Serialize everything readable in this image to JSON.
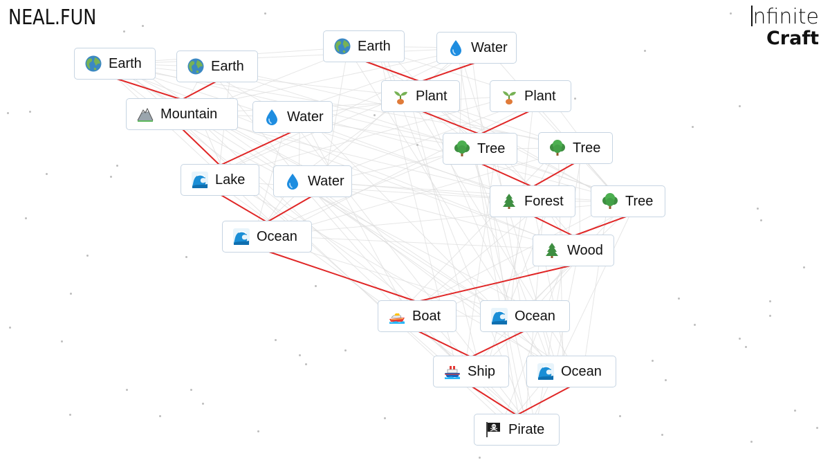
{
  "app": {
    "brand_left": "NEAL.FUN",
    "brand_right_line1": "nfinite",
    "brand_right_line2": "Craft"
  },
  "icons": {
    "earth": "earth-globe-icon",
    "water": "water-droplet-icon",
    "mountain": "snow-mountain-icon",
    "plant": "seedling-icon",
    "tree": "deciduous-tree-icon",
    "forest": "evergreen-tree-icon",
    "wave": "water-wave-icon",
    "boat": "speedboat-icon",
    "ship": "ship-icon",
    "pirate": "pirate-flag-icon"
  },
  "items": [
    {
      "id": "earth1",
      "label": "Earth",
      "icon": "earth"
    },
    {
      "id": "earth2",
      "label": "Earth",
      "icon": "earth"
    },
    {
      "id": "earth3",
      "label": "Earth",
      "icon": "earth"
    },
    {
      "id": "water1",
      "label": "Water",
      "icon": "water"
    },
    {
      "id": "mountain",
      "label": "Mountain",
      "icon": "mountain"
    },
    {
      "id": "water2",
      "label": "Water",
      "icon": "water"
    },
    {
      "id": "plant1",
      "label": "Plant",
      "icon": "plant"
    },
    {
      "id": "plant2",
      "label": "Plant",
      "icon": "plant"
    },
    {
      "id": "tree1",
      "label": "Tree",
      "icon": "tree"
    },
    {
      "id": "tree2",
      "label": "Tree",
      "icon": "tree"
    },
    {
      "id": "lake",
      "label": "Lake",
      "icon": "wave"
    },
    {
      "id": "water3",
      "label": "Water",
      "icon": "water"
    },
    {
      "id": "forest",
      "label": "Forest",
      "icon": "forest"
    },
    {
      "id": "tree3",
      "label": "Tree",
      "icon": "tree"
    },
    {
      "id": "ocean1",
      "label": "Ocean",
      "icon": "wave"
    },
    {
      "id": "wood",
      "label": "Wood",
      "icon": "forest"
    },
    {
      "id": "boat",
      "label": "Boat",
      "icon": "boat"
    },
    {
      "id": "ocean2",
      "label": "Ocean",
      "icon": "wave"
    },
    {
      "id": "ship",
      "label": "Ship",
      "icon": "ship"
    },
    {
      "id": "ocean3",
      "label": "Ocean",
      "icon": "wave"
    },
    {
      "id": "pirate",
      "label": "Pirate",
      "icon": "pirate"
    }
  ],
  "combinations": [
    {
      "inputs": [
        "earth1",
        "earth2"
      ],
      "result": "mountain"
    },
    {
      "inputs": [
        "mountain",
        "water2"
      ],
      "result": "lake"
    },
    {
      "inputs": [
        "lake",
        "water3"
      ],
      "result": "ocean1"
    },
    {
      "inputs": [
        "earth3",
        "water1"
      ],
      "result": "plant1"
    },
    {
      "inputs": [
        "plant1",
        "plant2"
      ],
      "result": "tree1"
    },
    {
      "inputs": [
        "tree1",
        "tree2"
      ],
      "result": "forest"
    },
    {
      "inputs": [
        "forest",
        "tree3"
      ],
      "result": "wood"
    },
    {
      "inputs": [
        "ocean1",
        "wood"
      ],
      "result": "boat"
    },
    {
      "inputs": [
        "boat",
        "ocean2"
      ],
      "result": "ship"
    },
    {
      "inputs": [
        "ship",
        "ocean3"
      ],
      "result": "pirate"
    }
  ],
  "colors": {
    "link_line": "#e02626",
    "background_web": "#dcdcdc",
    "item_border": "#c6d4e2",
    "item_background": "#ffffff"
  }
}
